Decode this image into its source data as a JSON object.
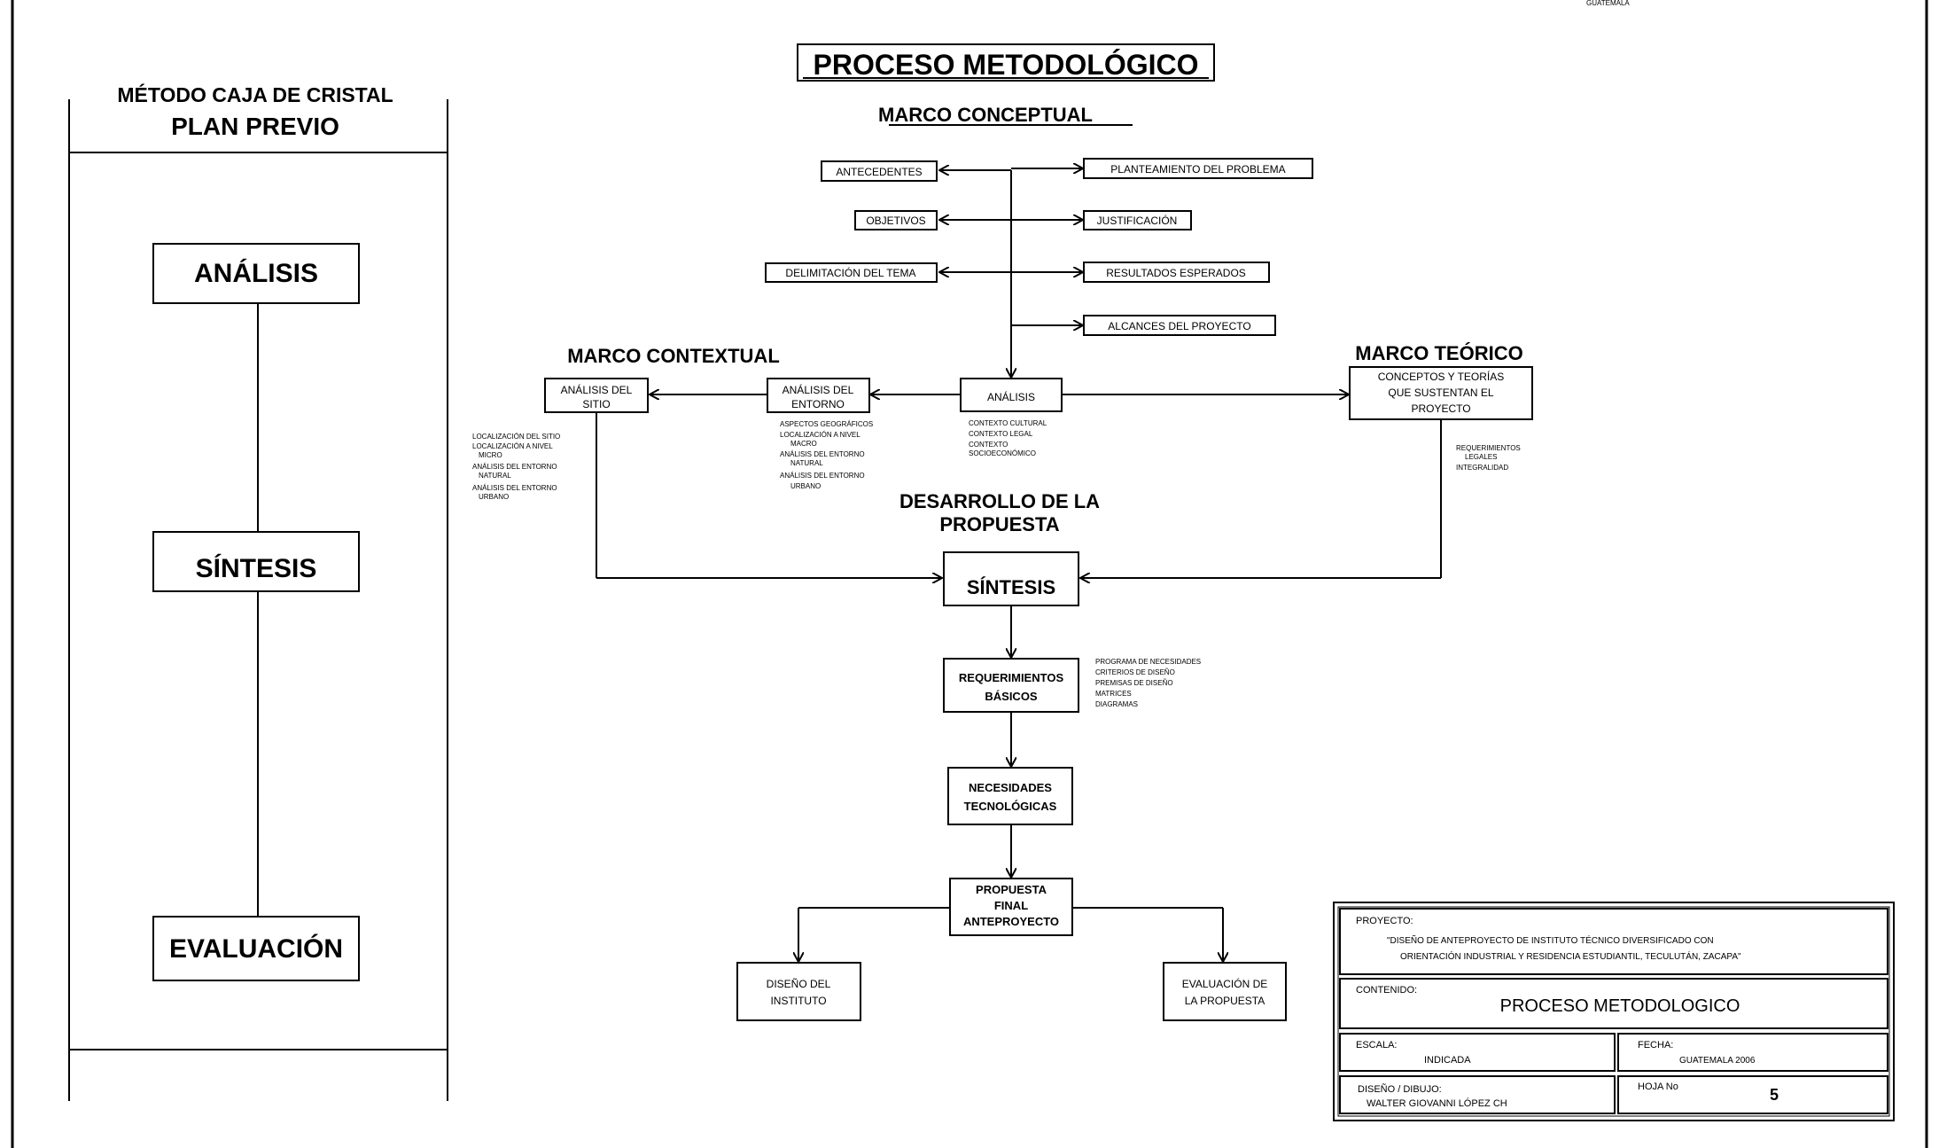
{
  "header_scrap_right": "GUATEMALA",
  "title": "PROCESO METODOLÓGICO",
  "left_panel": {
    "heading1": "MÉTODO CAJA DE CRISTAL",
    "heading2": "PLAN PREVIO",
    "steps": [
      "ANÁLISIS",
      "SÍNTESIS",
      "EVALUACIÓN"
    ]
  },
  "marco_conceptual": {
    "title": "MARCO CONCEPTUAL",
    "left_items": [
      "ANTECEDENTES",
      "OBJETIVOS",
      "DELIMITACIÓN DEL TEMA"
    ],
    "right_items": [
      "PLANTEAMIENTO DEL PROBLEMA",
      "JUSTIFICACIÓN",
      "RESULTADOS ESPERADOS",
      "ALCANCES DEL PROYECTO"
    ]
  },
  "marco_contextual": {
    "title": "MARCO CONTEXTUAL",
    "sitio": [
      "ANÁLISIS DEL",
      "SITIO"
    ],
    "sitio_notes": [
      "LOCALIZACIÓN DEL SITIO",
      "LOCALIZACIÓN A NIVEL",
      "MICRO",
      "ANÁLISIS DEL ENTORNO",
      "NATURAL",
      "ANÁLISIS DEL ENTORNO",
      "URBANO"
    ],
    "entorno": [
      "ANÁLISIS DEL",
      "ENTORNO"
    ],
    "entorno_notes": [
      "ASPECTOS GEOGRÁFICOS",
      "LOCALIZACIÓN A NIVEL",
      "MACRO",
      "ANÁLISIS DEL ENTORNO",
      "NATURAL",
      "ANÁLISIS DEL ENTORNO",
      "URBANO"
    ]
  },
  "analisis": {
    "label": "ANÁLISIS",
    "notes": [
      "CONTEXTO CULTURAL",
      "CONTEXTO LEGAL",
      "CONTEXTO",
      "SOCIOECONÓMICO"
    ]
  },
  "marco_teorico": {
    "title": "MARCO TEÓRICO",
    "box": [
      "CONCEPTOS Y TEORÍAS",
      "QUE SUSTENTAN EL",
      "PROYECTO"
    ],
    "notes": [
      "REQUERIMIENTOS",
      "LEGALES",
      "INTEGRALIDAD"
    ]
  },
  "desarrollo": {
    "title_line1": "DESARROLLO DE LA",
    "title_line2": "PROPUESTA"
  },
  "sintesis": {
    "label": "SÍNTESIS"
  },
  "requerimientos": {
    "box": [
      "REQUERIMIENTOS",
      "BÁSICOS"
    ],
    "notes": [
      "PROGRAMA DE NECESIDADES",
      "CRITERIOS DE DISEÑO",
      "PREMISAS DE DISEÑO",
      "MATRICES",
      "DIAGRAMAS"
    ]
  },
  "necesidades": [
    "NECESIDADES",
    "TECNOLÓGICAS"
  ],
  "propuesta": [
    "PROPUESTA",
    "FINAL",
    "ANTEPROYECTO"
  ],
  "diseno": [
    "DISEÑO DEL",
    "INSTITUTO"
  ],
  "evaluacion": [
    "EVALUACIÓN DE",
    "LA PROPUESTA"
  ],
  "title_block": {
    "proyecto_label": "PROYECTO:",
    "proyecto_line1": "\"DISEÑO DE ANTEPROYECTO DE INSTITUTO TÉCNICO DIVERSIFICADO CON",
    "proyecto_line2": "ORIENTACIÓN INDUSTRIAL Y RESIDENCIA ESTUDIANTIL, TECULUTÁN, ZACAPA\"",
    "contenido_label": "CONTENIDO:",
    "contenido": "PROCESO METODOLOGICO",
    "escala_label": "ESCALA:",
    "escala": "INDICADA",
    "fecha_label": "FECHA:",
    "fecha": "GUATEMALA 2006",
    "diseno_label": "DISEÑO / DIBUJO:",
    "diseno_name": "WALTER GIOVANNI LÓPEZ CH",
    "hoja_label": "HOJA No",
    "hoja": "5"
  }
}
